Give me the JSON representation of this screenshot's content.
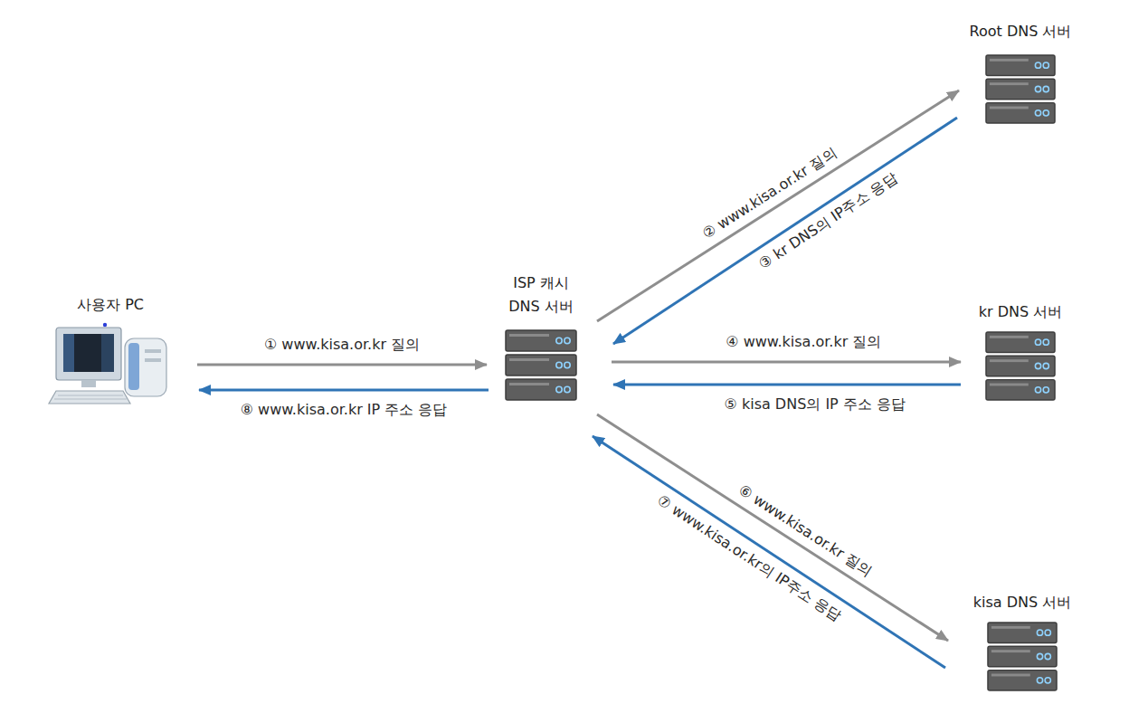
{
  "diagram": {
    "nodes": [
      {
        "text": [
          "사용자 PC"
        ]
      },
      {
        "text": [
          "ISP 캐시 DNS 서버"
        ]
      },
      {
        "text": [
          "Root DNS 서버"
        ]
      },
      {
        "text": [
          "kr DNS 서버"
        ]
      },
      {
        "text": [
          "kisa DNS 서버"
        ]
      }
    ],
    "edges": [
      {
        "from": 0,
        "to": 1,
        "arrow": "to",
        "label": "① www.kisa.or.kr 질의"
      },
      {
        "from": 1,
        "to": 2,
        "arrow": "to",
        "label": "② www.kisa.or.kr 질의"
      },
      {
        "from": 2,
        "to": 1,
        "arrow": "to",
        "label": "③ kr DNS의 IP주소 응답"
      },
      {
        "from": 1,
        "to": 3,
        "arrow": "to",
        "label": "④ www.kisa.or.kr 질의"
      },
      {
        "from": 3,
        "to": 1,
        "arrow": "to",
        "label": "⑤ kisa DNS의 IP 주소 응답"
      },
      {
        "from": 1,
        "to": 4,
        "arrow": "to",
        "label": "⑥ www.kisa.or.kr 질의"
      },
      {
        "from": 4,
        "to": 1,
        "arrow": "to",
        "label": "⑦ www.kisa.or.kr의 IP주소 응답"
      },
      {
        "from": 1,
        "to": 0,
        "arrow": "to",
        "label": "⑧ www.kisa.or.kr IP 주소 응답"
      }
    ]
  }
}
